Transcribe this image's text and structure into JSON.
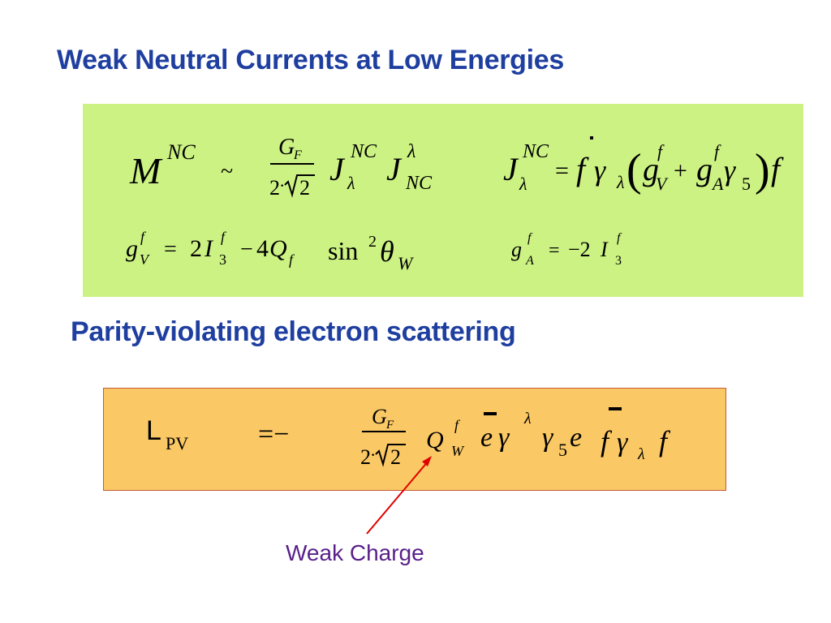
{
  "slide": {
    "title": "Weak Neutral Currents at Low Energies",
    "subtitle": "Parity-violating electron scattering",
    "annotation": "Weak Charge"
  },
  "eq1": {
    "M": "M",
    "NC": "NC",
    "sim": "~",
    "GF_G": "G",
    "GF_F": "F",
    "two": "2",
    "dot": "·",
    "sqrt_two": "2",
    "J": "J",
    "lambda": "λ"
  },
  "eq2": {
    "J": "J",
    "NC": "NC",
    "lambda": "λ",
    "eq": "=",
    "fbar": "f",
    "gamma": "γ",
    "lparen": "(",
    "g": "g",
    "f_sup": "f",
    "V": "V",
    "plus": "+",
    "A": "A",
    "five": "5",
    "rparen": ")",
    "f": "f"
  },
  "eq3": {
    "g": "g",
    "f_sup": "f",
    "V": "V",
    "eq": "=",
    "two": "2",
    "I": "I",
    "three": "3",
    "minus": "−",
    "four": "4",
    "Q": "Q",
    "f_sub": "f",
    "sin": "sin",
    "sq": "2",
    "theta": "θ",
    "W": "W"
  },
  "eq4": {
    "g": "g",
    "f_sup": "f",
    "A": "A",
    "eq": "=",
    "neg_two": "−2",
    "I": "I",
    "three": "3"
  },
  "eq5": {
    "L": "L",
    "PV": "PV",
    "eq_minus": "=−",
    "GF_G": "G",
    "GF_F": "F",
    "two": "2",
    "dot": "·",
    "sqrt_two": "2",
    "Q": "Q",
    "f_sup": "f",
    "W": "W",
    "e": "e",
    "gamma": "γ",
    "lambda": "λ",
    "five": "5",
    "f": "f"
  },
  "colors": {
    "title": "#1f3fa0",
    "green_box": "#ccf283",
    "orange_box": "#fac864",
    "orange_border": "#c75a36",
    "arrow": "#e00000",
    "annotation": "#5a1f8a"
  }
}
